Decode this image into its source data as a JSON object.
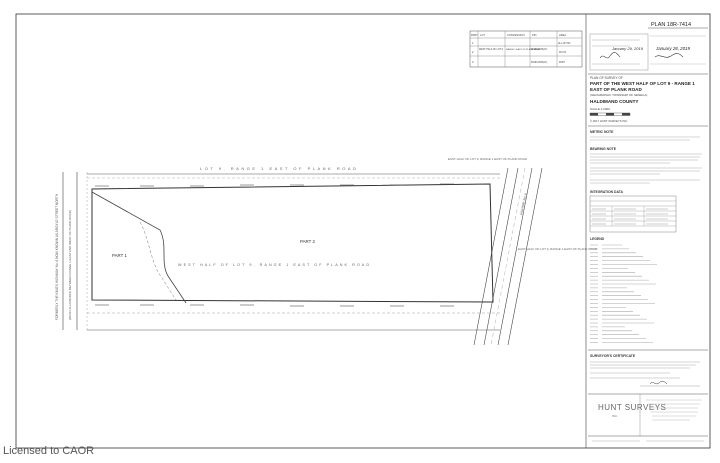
{
  "watermark": "Licensed to CAOR",
  "plan_number": "PLAN 18R-7414",
  "plan_of_survey_heading": "PLAN OF SURVEY OF",
  "plan_title_line1": "PART OF THE WEST HALF OF LOT 9 - RANGE 1",
  "plan_title_line2": "EAST OF PLANK ROAD",
  "plan_title_line3": "(GEOGRAPHIC TOWNSHIP OF SENECA)",
  "plan_title_line4": "HALDIMAND COUNTY",
  "scale_label": "SCALE 1:2000",
  "copyright": "© 2017 HUNT SURVEYS INC.",
  "signature_date_1": "January 29, 2019",
  "signature_date_2": "January 28, 2019",
  "schedule_table": {
    "headers": [
      "PART",
      "LOT",
      "CONCESSION",
      "PIN",
      "AREA"
    ],
    "rows": [
      [
        "1",
        "WEST HALF OF LOT 9",
        "RANGE 1 EAST OF PLANK ROAD",
        "38199-0026(LT)",
        "ALL OF PIN"
      ],
      [
        "2",
        "",
        "",
        "",
        "38.274"
      ],
      [
        "3",
        "",
        "",
        "38190-0063(LT)",
        "PART"
      ]
    ]
  },
  "sections": {
    "metric": "METRIC NOTE",
    "bearing": "BEARING NOTE",
    "integration": "INTEGRATION DATA",
    "legend": "LEGEND",
    "certificate": "SURVEYOR'S CERTIFICATE"
  },
  "map_labels": {
    "part1": "PART 1",
    "part2": "PART 2",
    "lot9_east": "LOT 9, RANGE 1 EAST OF PLANK ROAD",
    "west_half": "WEST HALF OF LOT 9, RANGE 1 EAST OF PLANK ROAD",
    "east_half_top": "EAST HALF OF LOT 9, RANGE 1 EAST OF PLANK ROAD",
    "east_half_right": "EAST HALF OF LOT 9, RANGE 1 EAST OF PLANK ROAD",
    "road_left_line1": "FORMERLY THE KING'S HIGHWAY No. 6 NOW KNOWN AS ARGYLE STREET NORTH",
    "road_left_line2": "(ROAD ALLOWANCE BETWEEN RANGE 1 EAST AND WEST OF PLANK ROAD)",
    "road_right": "HIGHWAY No. 6"
  },
  "company": {
    "name": "HUNT SURVEYS",
    "suffix": "INC."
  },
  "colors": {
    "ink": "#3a3a3a",
    "faint": "#9a9a9a",
    "paper": "#ffffff"
  }
}
